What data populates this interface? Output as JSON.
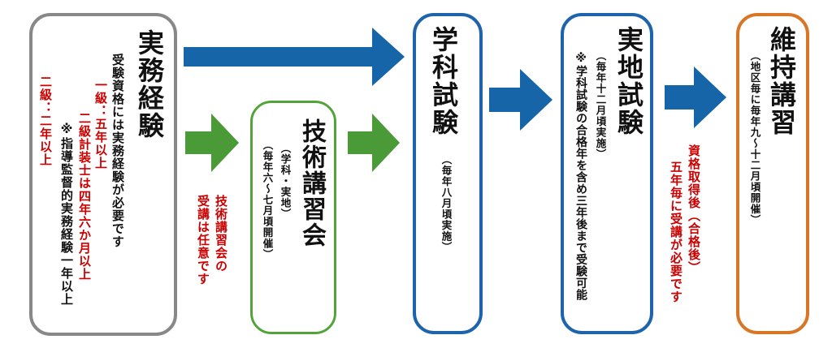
{
  "colors": {
    "blue_arrow": "#1565a8",
    "green_arrow": "#4a9a37",
    "red_text": "#cc0000",
    "work_border": "#888888",
    "course_border": "#52a43a",
    "exam_border": "#1e64ad",
    "maintenance_border": "#d87625"
  },
  "work_experience": {
    "title": "実務経験",
    "requirement": "受験資格には実務経験が必要です",
    "first_class": "一級：五年以上",
    "second_class_instrumentation": "二級計装士は四年六か月以上",
    "note": "※指導監督的実務経験一年以上",
    "second_class": "二級：二年以上"
  },
  "technical_course": {
    "title": "技術講習会",
    "subjects": "（学科・実地）",
    "period": "（毎年六～七月頃開催）",
    "optional_note_line1": "技術講習会の",
    "optional_note_line2": "受講は任意です"
  },
  "written_exam": {
    "title": "学科試験",
    "period": "（毎年八月頃実施）"
  },
  "practical_exam": {
    "title": "実地試験",
    "period": "（毎年十二月頃実施）",
    "note": "※学科試験の合格年を含め三年後まで受験可能"
  },
  "maintenance_course": {
    "title": "維持講習",
    "period": "（地区毎に毎年九～十二月頃開催）",
    "required_note_line1": "資格取得後（合格後）",
    "required_note_line2": "五年毎に受講が必要です"
  },
  "icons": {
    "flow_arrow": "arrow-right-icon"
  }
}
